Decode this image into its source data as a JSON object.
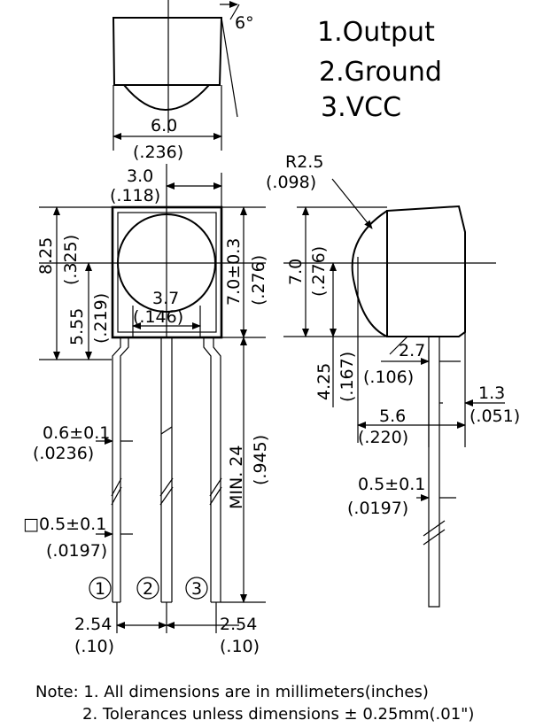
{
  "pins": [
    "1.Output",
    "2.Ground",
    "3.VCC"
  ],
  "pin_numbers": [
    "1",
    "2",
    "3"
  ],
  "top_view": {
    "angle": "6°",
    "width_mm": "6.0",
    "width_in": "(.236)"
  },
  "front_view": {
    "half_width_mm": "3.0",
    "half_width_in": "(.118)",
    "height_mm": "8.25",
    "height_in": "(.325)",
    "center_height_mm": "5.55",
    "center_height_in": "(.219)",
    "body_height_mm": "7.0±0.3",
    "body_height_in": "(.276)",
    "lens_width_mm": "3.7",
    "lens_width_in": "(.146)",
    "lead_length_mm": "MIN. 24",
    "lead_length_in": "(.945)",
    "lead_width_mm": "0.6±0.1",
    "lead_width_in": "(.0236)",
    "lead_square_mm": "□0.5±0.1",
    "lead_square_in": "(.0197)",
    "pitch_left_mm": "2.54",
    "pitch_left_in": "(.10)",
    "pitch_right_mm": "2.54",
    "pitch_right_in": "(.10)"
  },
  "side_view": {
    "radius_mm": "R2.5",
    "radius_in": "(.098)",
    "height_mm": "7.0",
    "height_in": "(.276)",
    "lens_center_mm": "4.25",
    "lens_center_in": "(.167)",
    "offset_mm": "2.7",
    "offset_in": "(.106)",
    "lead_offset_mm": "1.3",
    "lead_offset_in": "(.051)",
    "depth_mm": "5.6",
    "depth_in": "(.220)",
    "lead_thickness_mm": "0.5±0.1",
    "lead_thickness_in": "(.0197)"
  },
  "notes": [
    "Note: 1. All dimensions are in millimeters(inches)",
    "2. Tolerances unless dimensions ± 0.25mm(.01\")"
  ]
}
